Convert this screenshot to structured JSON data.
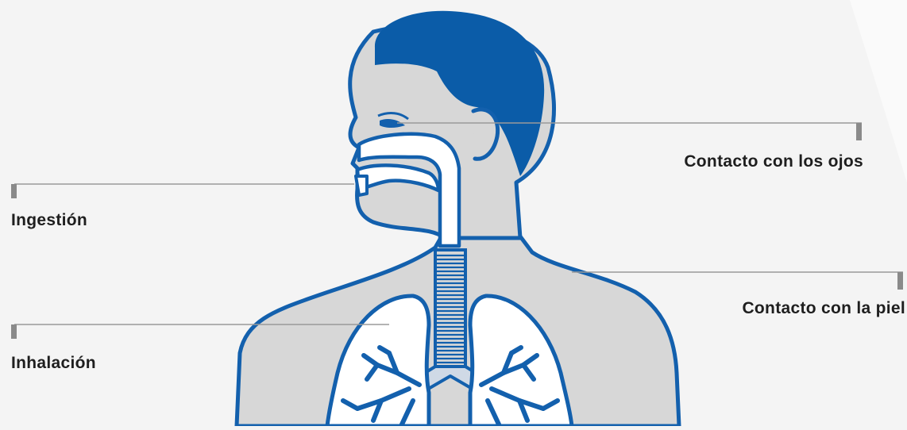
{
  "labels": {
    "ingestion": "Ingestión",
    "inhalation": "Inhalación",
    "eye_contact": "Contacto con los ojos",
    "skin_contact": "Contacto con la piel"
  },
  "colors": {
    "background": "#f4f4f4",
    "hair": "#0b5ca8",
    "outline": "#1360ad",
    "body_fill": "#d7d7d7",
    "airway_fill": "#ffffff",
    "leader_line": "#9a9a9a",
    "leader_marker": "#8a8a8a",
    "text": "#1e1e1e"
  }
}
